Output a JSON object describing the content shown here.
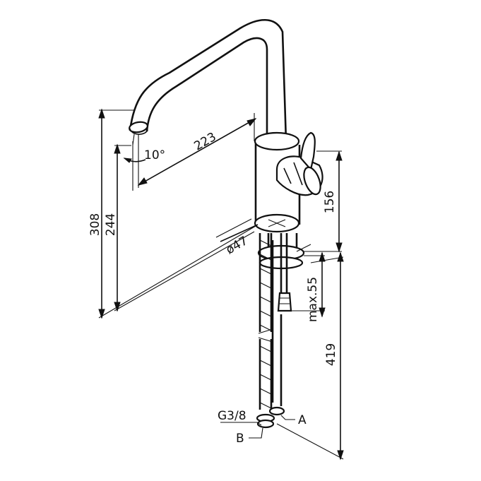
{
  "labels": {
    "height_total": "308",
    "height_spout": "244",
    "reach": "223",
    "angle": "10°",
    "body_height": "156",
    "diameter": "ø47",
    "max_thickness": "max.55",
    "hose_length": "419",
    "thread": "G3/8",
    "connection_a": "A",
    "connection_b": "B"
  }
}
